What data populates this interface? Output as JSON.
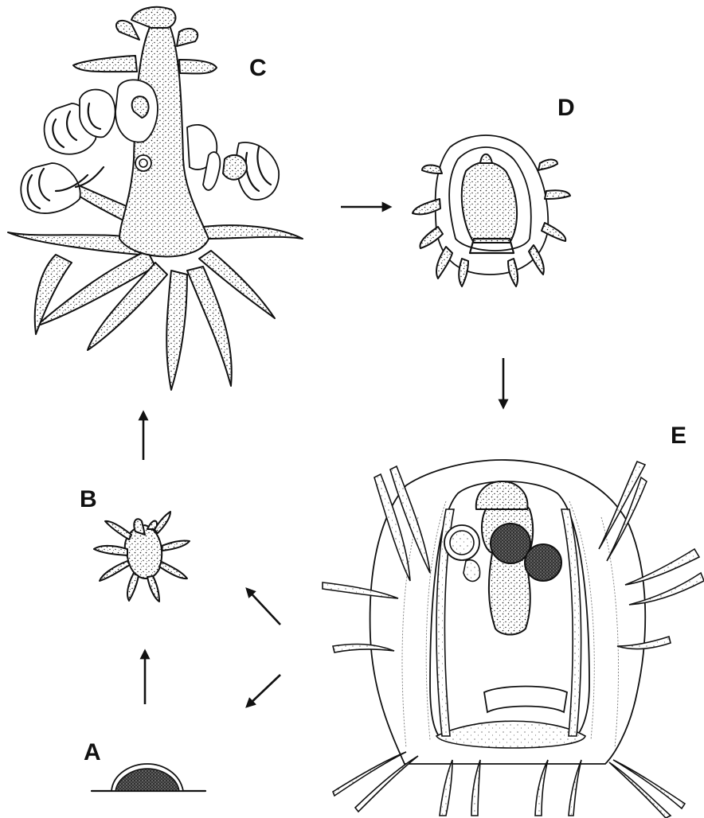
{
  "panels": {
    "a": {
      "label": "A"
    },
    "b": {
      "label": "B"
    },
    "c": {
      "label": "C"
    },
    "d": {
      "label": "D"
    },
    "e": {
      "label": "E"
    }
  },
  "arrows": [
    {
      "from": "A",
      "to": "B"
    },
    {
      "from": "B",
      "to": "C"
    },
    {
      "from": "C",
      "to": "D"
    },
    {
      "from": "D",
      "to": "E"
    },
    {
      "from": "E",
      "to": "A"
    },
    {
      "from": "E",
      "to": "B"
    }
  ],
  "colors": {
    "ink": "#111111",
    "background": "#ffffff"
  }
}
